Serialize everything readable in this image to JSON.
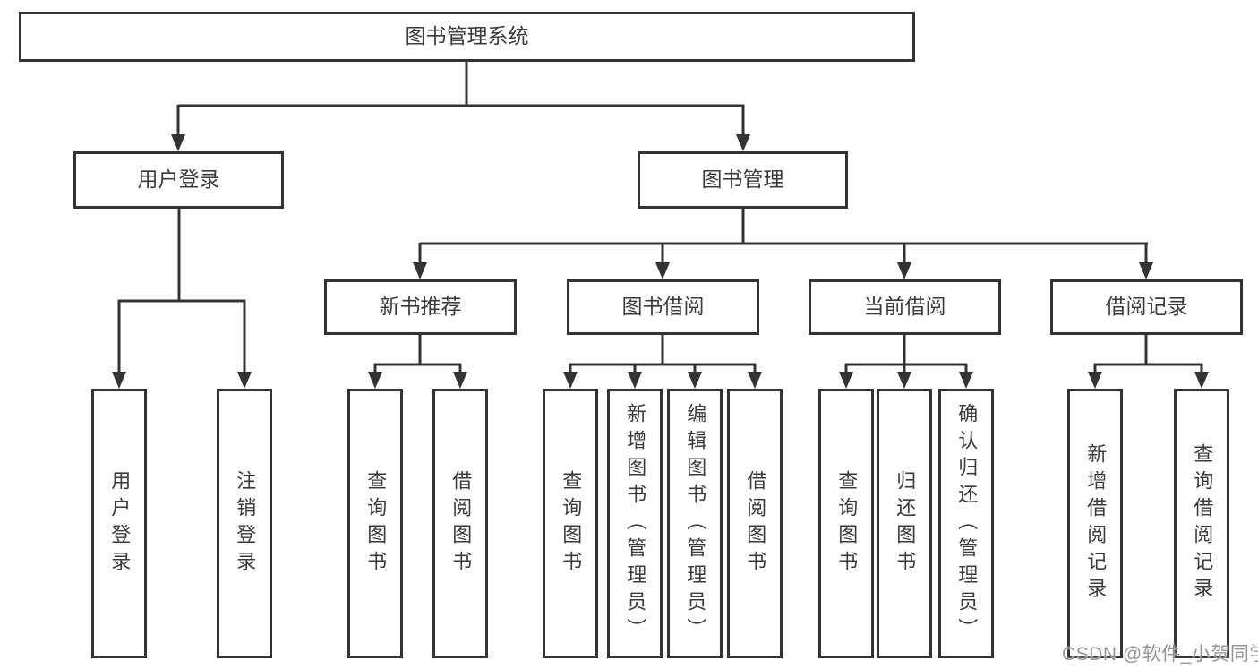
{
  "nodes": {
    "root": {
      "label": "图书管理系统"
    },
    "user_login": {
      "label": "用户登录"
    },
    "book_mgmt": {
      "label": "图书管理"
    },
    "new_book_rec": {
      "label": "新书推荐"
    },
    "book_borrow": {
      "label": "图书借阅"
    },
    "current_borrow": {
      "label": "当前借阅"
    },
    "borrow_records": {
      "label": "借阅记录"
    },
    "leaf_login_user": {
      "label": "用户登录"
    },
    "leaf_login_logout": {
      "label": "注销登录"
    },
    "leaf_rec_query": {
      "label": "查询图书"
    },
    "leaf_rec_borrow": {
      "label": "借阅图书"
    },
    "leaf_bb_query": {
      "label": "查询图书"
    },
    "leaf_bb_add": {
      "label": "新增图书（管理员）"
    },
    "leaf_bb_edit": {
      "label": "编辑图书（管理员）"
    },
    "leaf_bb_borrow": {
      "label": "借阅图书"
    },
    "leaf_cur_query": {
      "label": "查询图书"
    },
    "leaf_cur_return": {
      "label": "归还图书"
    },
    "leaf_cur_confirm": {
      "label": "确认归还（管理员）"
    },
    "leaf_rd_add": {
      "label": "新增借阅记录"
    },
    "leaf_rd_query": {
      "label": "查询借阅记录"
    }
  },
  "hierarchy": {
    "图书管理系统": {
      "用户登录": [
        "用户登录",
        "注销登录"
      ],
      "图书管理": {
        "新书推荐": [
          "查询图书",
          "借阅图书"
        ],
        "图书借阅": [
          "查询图书",
          "新增图书（管理员）",
          "编辑图书（管理员）",
          "借阅图书"
        ],
        "当前借阅": [
          "查询图书",
          "归还图书",
          "确认归还（管理员）"
        ],
        "借阅记录": [
          "新增借阅记录",
          "查询借阅记录"
        ]
      }
    }
  },
  "watermark": {
    "text": "CSDN @软件_小贺同学"
  },
  "colors": {
    "line": "#333333",
    "box_border": "#333333",
    "text": "#3b3b3b",
    "watermark": "#969696",
    "background": "#ffffff"
  }
}
